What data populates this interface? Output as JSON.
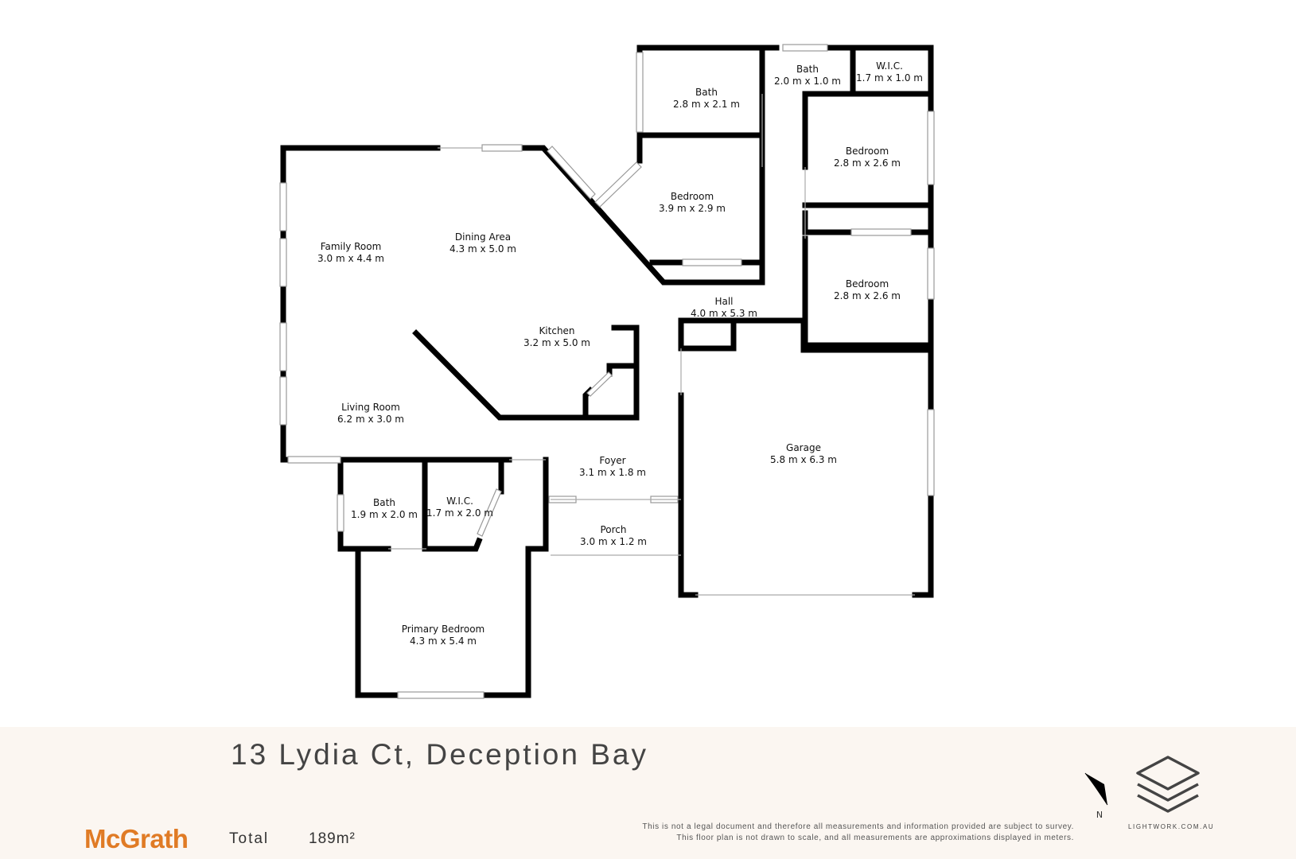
{
  "rooms": [
    {
      "key": "bath_top_left",
      "name": "Bath",
      "dims": "2.8 m x 2.1 m"
    },
    {
      "key": "bath_top_mid",
      "name": "Bath",
      "dims": "2.0 m x 1.0 m"
    },
    {
      "key": "wic_top",
      "name": "W.I.C.",
      "dims": "1.7 m x 1.0 m"
    },
    {
      "key": "bedroom_top_right",
      "name": "Bedroom",
      "dims": "2.8 m x 2.6 m"
    },
    {
      "key": "bedroom_center",
      "name": "Bedroom",
      "dims": "3.9 m x 2.9 m"
    },
    {
      "key": "family_room",
      "name": "Family Room",
      "dims": "3.0 m x 4.4 m"
    },
    {
      "key": "dining_area",
      "name": "Dining Area",
      "dims": "4.3 m x 5.0 m"
    },
    {
      "key": "bedroom_mid_right",
      "name": "Bedroom",
      "dims": "2.8 m x 2.6 m"
    },
    {
      "key": "hall",
      "name": "Hall",
      "dims": "4.0 m x 5.3 m"
    },
    {
      "key": "kitchen",
      "name": "Kitchen",
      "dims": "3.2 m x 5.0 m"
    },
    {
      "key": "living_room",
      "name": "Living Room",
      "dims": "6.2 m x 3.0 m"
    },
    {
      "key": "garage",
      "name": "Garage",
      "dims": "5.8 m x 6.3 m"
    },
    {
      "key": "foyer",
      "name": "Foyer",
      "dims": "3.1 m x 1.8 m"
    },
    {
      "key": "bath_bottom",
      "name": "Bath",
      "dims": "1.9 m x 2.0 m"
    },
    {
      "key": "wic_bottom",
      "name": "W.I.C.",
      "dims": "1.7 m x 2.0 m"
    },
    {
      "key": "porch",
      "name": "Porch",
      "dims": "3.0 m x 1.2 m"
    },
    {
      "key": "primary_bedroom",
      "name": "Primary Bedroom",
      "dims": "4.3 m x 5.4 m"
    }
  ],
  "footer": {
    "address": "13 Lydia Ct, Deception Bay",
    "brand": "McGrath",
    "total_label": "Total",
    "total_value": "189m²",
    "disclaimer_line1": "This is not a legal document and therefore all measurements and information provided are subject to survey.",
    "disclaimer_line2": "This floor plan is not drawn to scale, and all measurements are approximations displayed in meters.",
    "compass_label": "N",
    "lightwork_text": "LIGHTWORK.COM.AU"
  },
  "colors": {
    "wall": "#000000",
    "footer_bg": "#fbf6f1",
    "brand": "#e07b25",
    "window": "#c8c8c8"
  },
  "icons": {
    "compass": "north-arrow-icon",
    "lightwork": "stacked-layers-icon"
  }
}
